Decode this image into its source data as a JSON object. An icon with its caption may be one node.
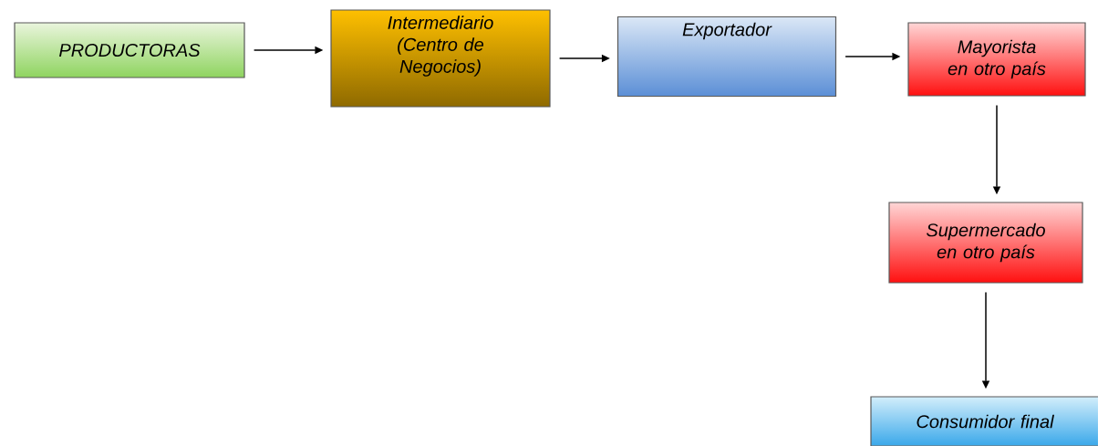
{
  "diagram": {
    "nodes": [
      {
        "text": [
          "PRODUCTORAS"
        ]
      },
      {
        "text": [
          "Intermediario (Centro de Negocios)"
        ]
      },
      {
        "text": [
          "Exportador"
        ]
      },
      {
        "text": [
          "Mayorista en otro país"
        ]
      },
      {
        "text": [
          "Supermercado en otro país"
        ]
      },
      {
        "text": [
          "Consumidor final"
        ]
      }
    ],
    "edges": [
      {
        "from": 0,
        "to": 1,
        "arrow": "to"
      },
      {
        "from": 1,
        "to": 2,
        "arrow": "to"
      },
      {
        "from": 2,
        "to": 3,
        "arrow": "to"
      },
      {
        "from": 3,
        "to": 4,
        "arrow": "to"
      },
      {
        "from": 4,
        "to": 5,
        "arrow": "to"
      }
    ]
  }
}
